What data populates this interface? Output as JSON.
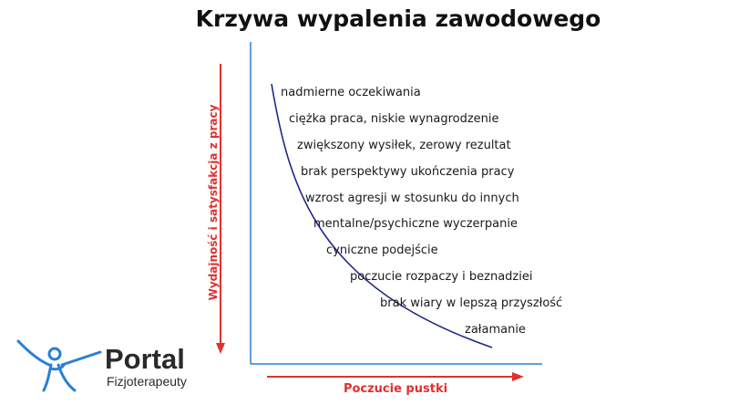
{
  "title": "Krzywa wypalenia zawodowego",
  "x_axis_label": "Poczucie pustki",
  "y_axis_label": "Wydajność i satysfakcja z pracy",
  "stages": [
    "nadmierne oczekiwania",
    "ciężka praca, niskie wynagrodzenie",
    "zwiększony wysiłek, zerowy rezultat",
    "brak perspektywy ukończenia pracy",
    "wzrost agresji w stosunku do innych",
    "mentalne/psychiczne wyczerpanie",
    "cyniczne podejście",
    "poczucie rozpaczy i beznadziei",
    "brak wiary w lepszą przyszłość",
    "załamanie"
  ],
  "logo": {
    "name": "Portal",
    "subtitle": "Fizjoterapeuty"
  },
  "colors": {
    "axes": "#2a7fd4",
    "curve": "#1f2a8a",
    "arrows": "#e03030",
    "logo_figure": "#2a7fd4"
  }
}
